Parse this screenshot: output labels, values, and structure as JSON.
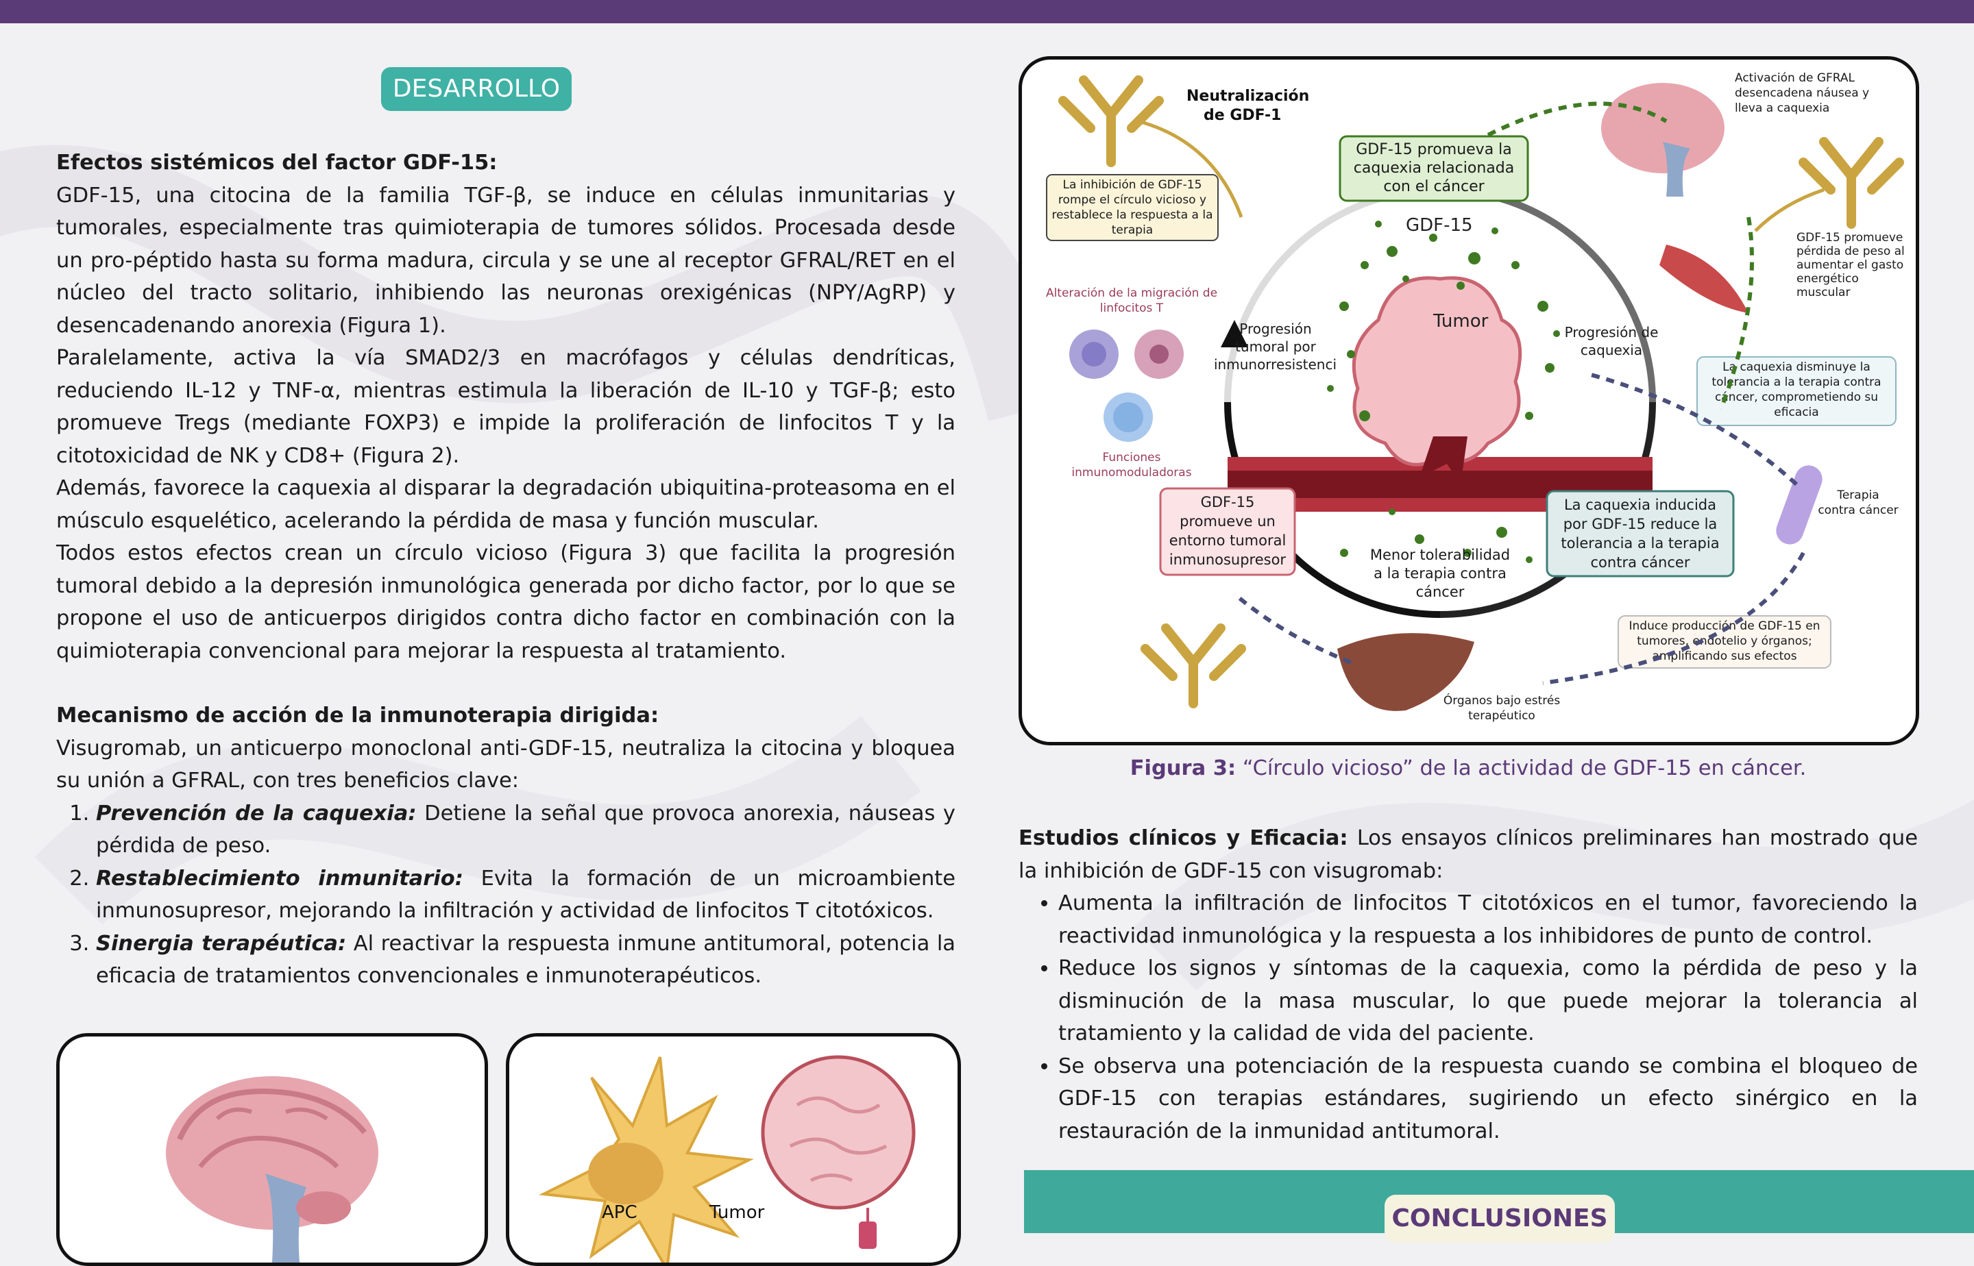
{
  "section_title": "DESARROLLO",
  "left": {
    "heading1": "Efectos sistémicos del factor GDF-15:",
    "p1": "GDF-15, una citocina de la familia TGF-β, se induce en células inmunitarias y tumorales, especialmente tras quimioterapia de tumores sólidos. Procesada desde un pro-péptido hasta su forma madura, circula y se une al receptor GFRAL/RET en el núcleo del tracto solitario, inhibiendo las neuronas orexigénicas (NPY/AgRP) y desencadenando anorexia (Figura 1).",
    "p2": "Paralelamente, activa la vía SMAD2/3 en macrófagos y células dendríticas, reduciendo IL-12 y TNF-α, mientras estimula la liberación de IL-10 y TGF-β; esto promueve Tregs (mediante FOXP3) e impide la proliferación de linfocitos T y la citotoxicidad de NK y CD8+ (Figura 2).",
    "p3": "Además, favorece la caquexia al disparar la degradación ubiquitina-proteasoma en el músculo esquelético, acelerando la pérdida de masa y función muscular.",
    "p4": "Todos estos efectos crean un círculo vicioso (Figura 3) que facilita la progresión tumoral debido a la depresión inmunológica generada por dicho factor, por lo que se propone el uso de anticuerpos dirigidos contra dicho factor en combinación con la quimioterapia convencional para mejorar la respuesta al tratamiento.",
    "heading2": "Mecanismo de acción de la inmunoterapia dirigida:",
    "p5": "Visugromab, un anticuerpo monoclonal anti-GDF-15, neutraliza la citocina y bloquea su unión a GFRAL, con tres beneficios clave:",
    "items": [
      {
        "lead": "Prevención de la caquexia:",
        "text": " Detiene la señal que provoca anorexia, náuseas y pérdida de peso."
      },
      {
        "lead": "Restablecimiento inmunitario:",
        "text": " Evita la formación de un microambiente inmunosupresor, mejorando la infiltración y actividad de linfocitos T citotóxicos."
      },
      {
        "lead": "Sinergia terapéutica:",
        "text": " Al reactivar la respuesta inmune antitumoral, potencia la eficacia de tratamientos convencionales e inmunoterapéuticos."
      }
    ]
  },
  "figure3": {
    "neutralization": "Neutralización de GDF-1",
    "inhibition_box": "La inhibición de GDF-15 rompe el círculo vicioso y restablece la respuesta a la terapia",
    "promotes_cachexia_box": "GDF-15 promueva la caquexia relacionada con el cáncer",
    "gfral_note": "Activación de GFRAL desencadena náusea y lleva a caquexia",
    "gdf15_label": "GDF-15",
    "tumor_label": "Tumor",
    "weight_note": "GDF-15 promueve pérdida de peso al aumentar el gasto energético muscular",
    "tolerance_box": "La caquexia disminuye la tolerancia a la terapia contra cáncer, comprometiendo su eficacia",
    "lymph_note": "Alteración de la migración de linfocitos T",
    "prog_tumoral": "Progresión tumoral por inmunorresistencia",
    "prog_caquexia": "Progresión de caquexia",
    "immuno_functions": "Funciones inmunomoduladoras",
    "env_box": "GDF-15 promueve un entorno tumoral inmunosupresor",
    "reduce_box": "La caquexia inducida por GDF-15 reduce la tolerancia a la terapia contra cáncer",
    "lower_tol": "Menor tolerabilidad a la terapia contra cáncer",
    "therapy_label": "Terapia contra cáncer",
    "induce_box": "Induce producción de GDF-15 en tumores, endotelio y órganos; amplificando sus efectos",
    "organs_label": "Órganos bajo estrés terapéutico"
  },
  "fig3_caption_bold": "Figura 3:",
  "fig3_caption_text": " “Círculo vicioso” de la actividad de GDF-15 en cáncer.",
  "right": {
    "studies_lead": "Estudios clínicos y Eficacia:",
    "studies_text": " Los ensayos clínicos preliminares han mostrado que la inhibición de GDF-15 con visugromab:",
    "bullets": [
      "Aumenta la infiltración de linfocitos T citotóxicos en el tumor, favoreciendo la reactividad inmunológica y la respuesta a los inhibidores de punto de control.",
      "Reduce los signos y síntomas de la caquexia, como la pérdida de peso y la disminución de la masa muscular, lo que puede mejorar la tolerancia al tratamiento y la calidad de vida del paciente.",
      "Se observa una potenciación de la respuesta cuando se combina el bloqueo de GDF-15 con terapias estándares, sugiriendo un efecto sinérgico en la restauración de la inmunidad antitumoral."
    ]
  },
  "fig2_labels": {
    "apc": "APC",
    "tumor": "Tumor"
  },
  "conclusions_title": "CONCLUSIONES"
}
